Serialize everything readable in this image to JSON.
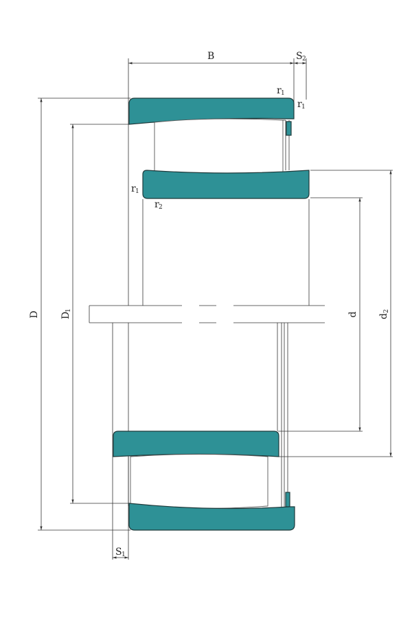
{
  "labels": {
    "B": "B",
    "S": "S",
    "S_sub2": "2",
    "S_sub1": "1",
    "r": "r",
    "r_sub1": "1",
    "r_sub2": "2",
    "D": "D",
    "D1": "D",
    "D1_sub": "1",
    "d": "d",
    "d2": "d",
    "d2_sub": "2"
  },
  "colors": {
    "ring_fill": "#2e9196",
    "line": "#333333"
  }
}
